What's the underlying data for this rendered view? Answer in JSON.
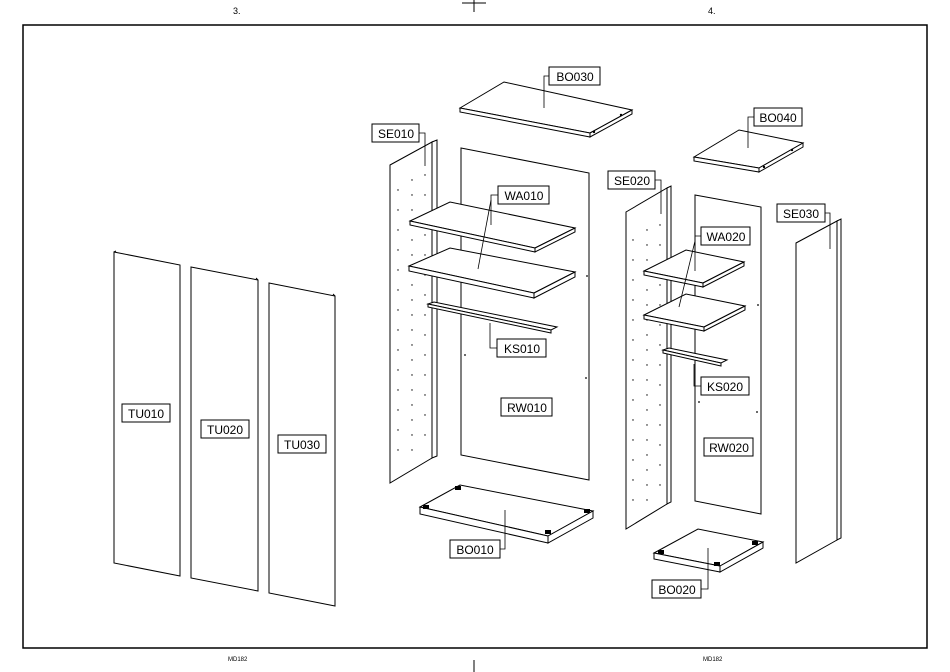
{
  "header": {
    "page_left": "3.",
    "page_right": "4."
  },
  "footer": {
    "code_left": "MD182",
    "code_right": "MD182"
  },
  "parts": {
    "bo030": "BO030",
    "bo040": "BO040",
    "se010": "SE010",
    "se020": "SE020",
    "se030": "SE030",
    "wa010": "WA010",
    "wa020": "WA020",
    "ks010": "KS010",
    "ks020": "KS020",
    "rw010": "RW010",
    "rw020": "RW020",
    "bo010": "BO010",
    "bo020": "BO020",
    "tu010": "TU010",
    "tu020": "TU020",
    "tu030": "TU030"
  }
}
